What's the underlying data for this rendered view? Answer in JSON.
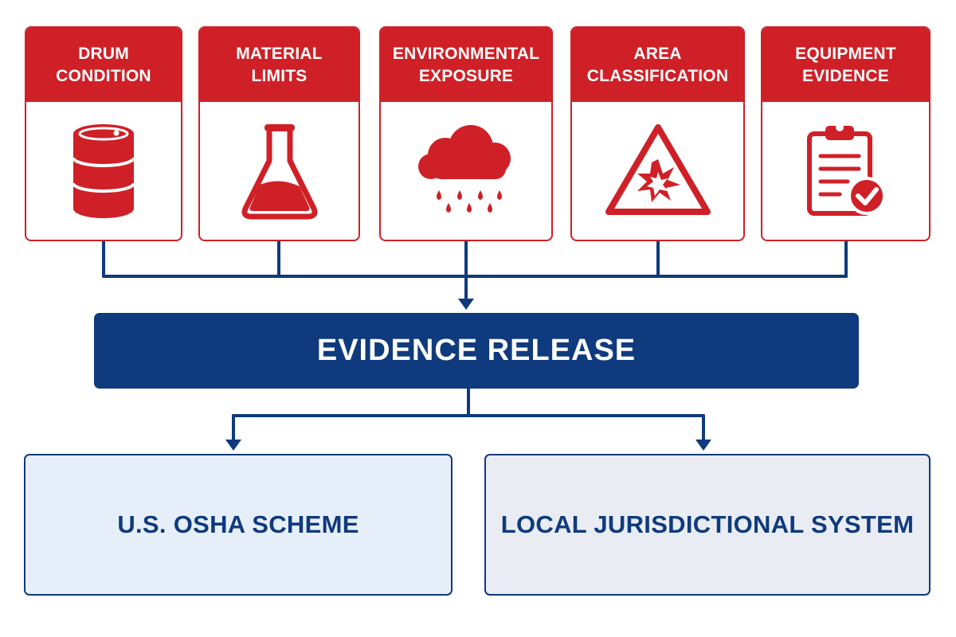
{
  "categories": [
    {
      "label": "DRUM\nCONDITION",
      "icon": "drum-icon"
    },
    {
      "label": "MATERIAL\nLIMITS",
      "icon": "flask-icon"
    },
    {
      "label": "ENVIRONMENTAL\nEXPOSURE",
      "icon": "rain-cloud-icon"
    },
    {
      "label": "AREA\nCLASSIFICATION",
      "icon": "explosion-warning-icon"
    },
    {
      "label": "EQUIPMENT\nEVIDENCE",
      "icon": "clipboard-check-icon"
    }
  ],
  "release": {
    "label": "EVIDENCE RELEASE"
  },
  "schemes": [
    {
      "label": "U.S. OSHA SCHEME"
    },
    {
      "label": "LOCAL JURISDICTIONAL SYSTEM"
    }
  ],
  "colors": {
    "category_red": "#cf2027",
    "release_navy": "#0f3a7d",
    "osha_fill": "#e6eff9",
    "local_fill": "#e9edf3"
  }
}
